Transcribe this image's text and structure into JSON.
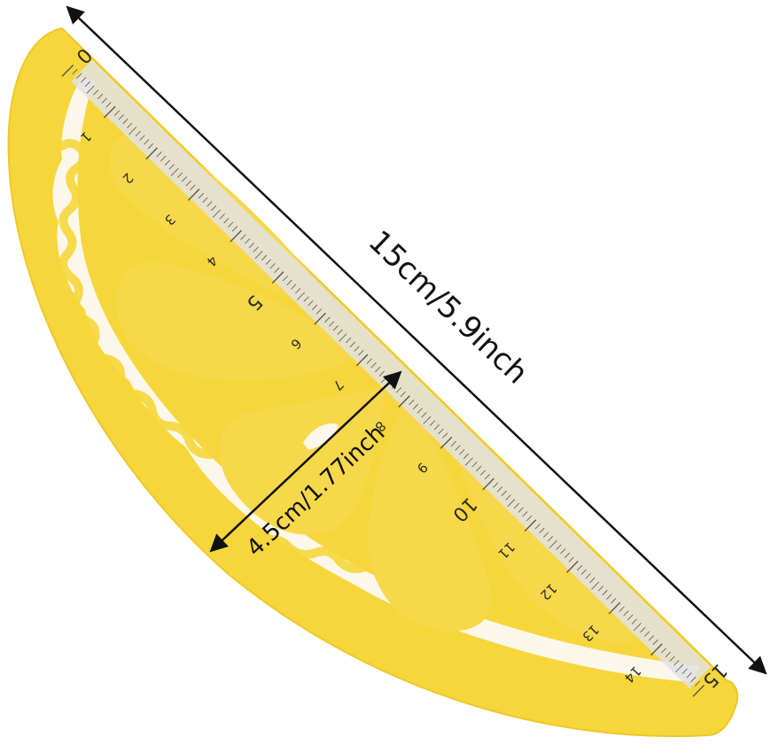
{
  "product": {
    "name": "lemon-slice-ruler",
    "colors": {
      "rind": "#f6d63a",
      "rind_edge": "#eec82a",
      "segment": "#f7d84a",
      "pith": "#fbf7ea",
      "ruler_strip": "#e3e3e3",
      "ruler_tick": "#555555",
      "ruler_number": "#2b2b2b",
      "annotation": "#111111"
    },
    "scale": {
      "unit": "cm",
      "min": 0,
      "max": 15,
      "labels": [
        "0",
        "1",
        "2",
        "3",
        "4",
        "5",
        "6",
        "7",
        "8",
        "9",
        "10",
        "11",
        "12",
        "13",
        "14",
        "15"
      ]
    }
  },
  "annotations": {
    "length_label": "15cm/5.9inch",
    "width_label": "4.5cm/1.77inch"
  }
}
